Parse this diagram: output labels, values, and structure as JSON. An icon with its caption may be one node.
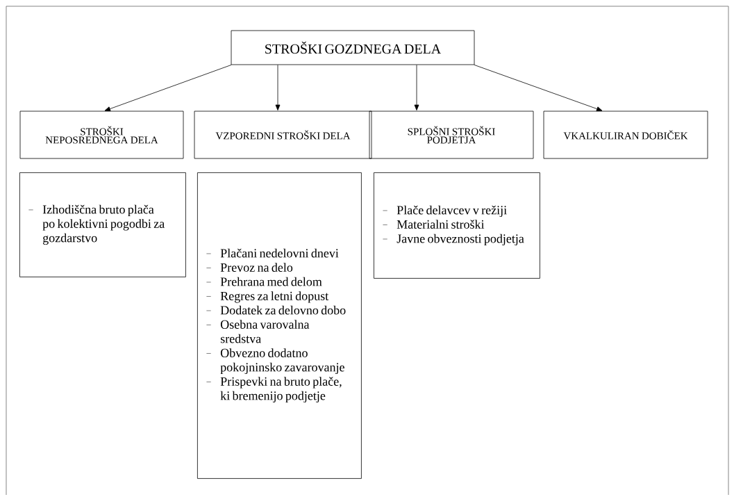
{
  "diagram": {
    "nodes": [
      {
        "text": [
          "STROŠKI GOZDNEGA DELA"
        ]
      },
      {
        "text": [
          "STROŠKI NEPOSREDNEGA DELA"
        ]
      },
      {
        "text": [
          "VZPOREDNI STROŠKI DELA"
        ]
      },
      {
        "text": [
          "SPLOŠNI STROŠKI PODJETJA"
        ]
      },
      {
        "text": [
          "VKALKULIRAN DOBIČEK"
        ]
      },
      {
        "text": [
          "Izhodiščna bruto plača po kolektivni pogodbi za gozdarstvo"
        ]
      },
      {
        "text": [
          "Plačani nedelovni dnevi",
          "Prevoz na delo",
          "Prehrana med delom",
          "Regres za letni dopust",
          "Dodatek za delovno dobo",
          "Osebna varovalna sredstva",
          "Obvezno dodatno pokojninsko zavarovanje",
          "Prispevki na bruto plače, ki bremenijo podjetje"
        ]
      },
      {
        "text": [
          "Plače delavcev v režiji",
          "Materialni stroški",
          "Javne obveznosti podjetja"
        ]
      }
    ],
    "edges": [
      {
        "from": 0,
        "to": 1,
        "arrow": "to"
      },
      {
        "from": 0,
        "to": 2,
        "arrow": "to"
      },
      {
        "from": 0,
        "to": 3,
        "arrow": "to"
      },
      {
        "from": 0,
        "to": 4,
        "arrow": "to"
      }
    ]
  }
}
